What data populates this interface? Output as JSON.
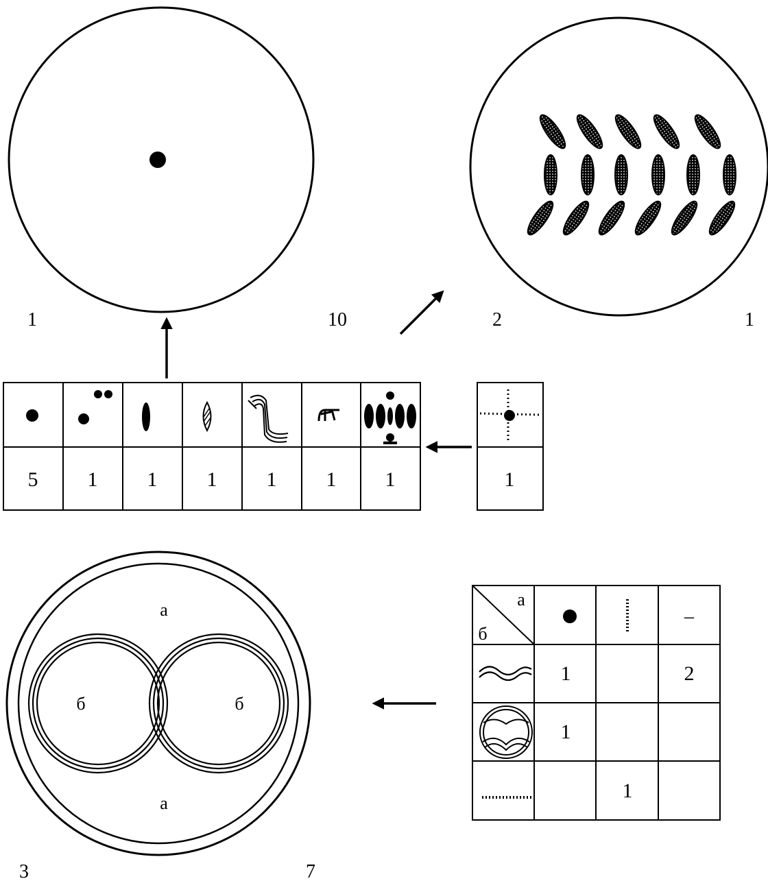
{
  "panel1": {
    "number": "1",
    "count": "10"
  },
  "panel2": {
    "number": "2",
    "count": "1"
  },
  "panel3": {
    "number": "3",
    "count": "7",
    "zone_a": "а",
    "zone_b": "б"
  },
  "type_table": {
    "counts": [
      "5",
      "1",
      "1",
      "1",
      "1",
      "1",
      "1"
    ],
    "icons": [
      "dot-icon",
      "dot-with-pair-icon",
      "vertical-oval-icon",
      "hatched-lens-icon",
      "wavy-band-icon",
      "hook-motif-icon",
      "oval-cluster-icon"
    ]
  },
  "side_table": {
    "count": "1",
    "icon": "dotted-cross-icon"
  },
  "matrix": {
    "corner_top": "а",
    "corner_bottom": "б",
    "col_icons": [
      "dot-icon",
      "vertical-dotted-line-icon",
      "dash-icon"
    ],
    "col3_label": "–",
    "row_icons": [
      "double-wave-icon",
      "framed-bowl-icon",
      "dotted-line-icon"
    ],
    "cells": [
      [
        "1",
        "",
        "2"
      ],
      [
        "1",
        "",
        ""
      ],
      [
        "",
        "1",
        ""
      ]
    ]
  },
  "arrows": [
    "arrow-up",
    "arrow-up-right",
    "arrow-left",
    "arrow-left"
  ]
}
